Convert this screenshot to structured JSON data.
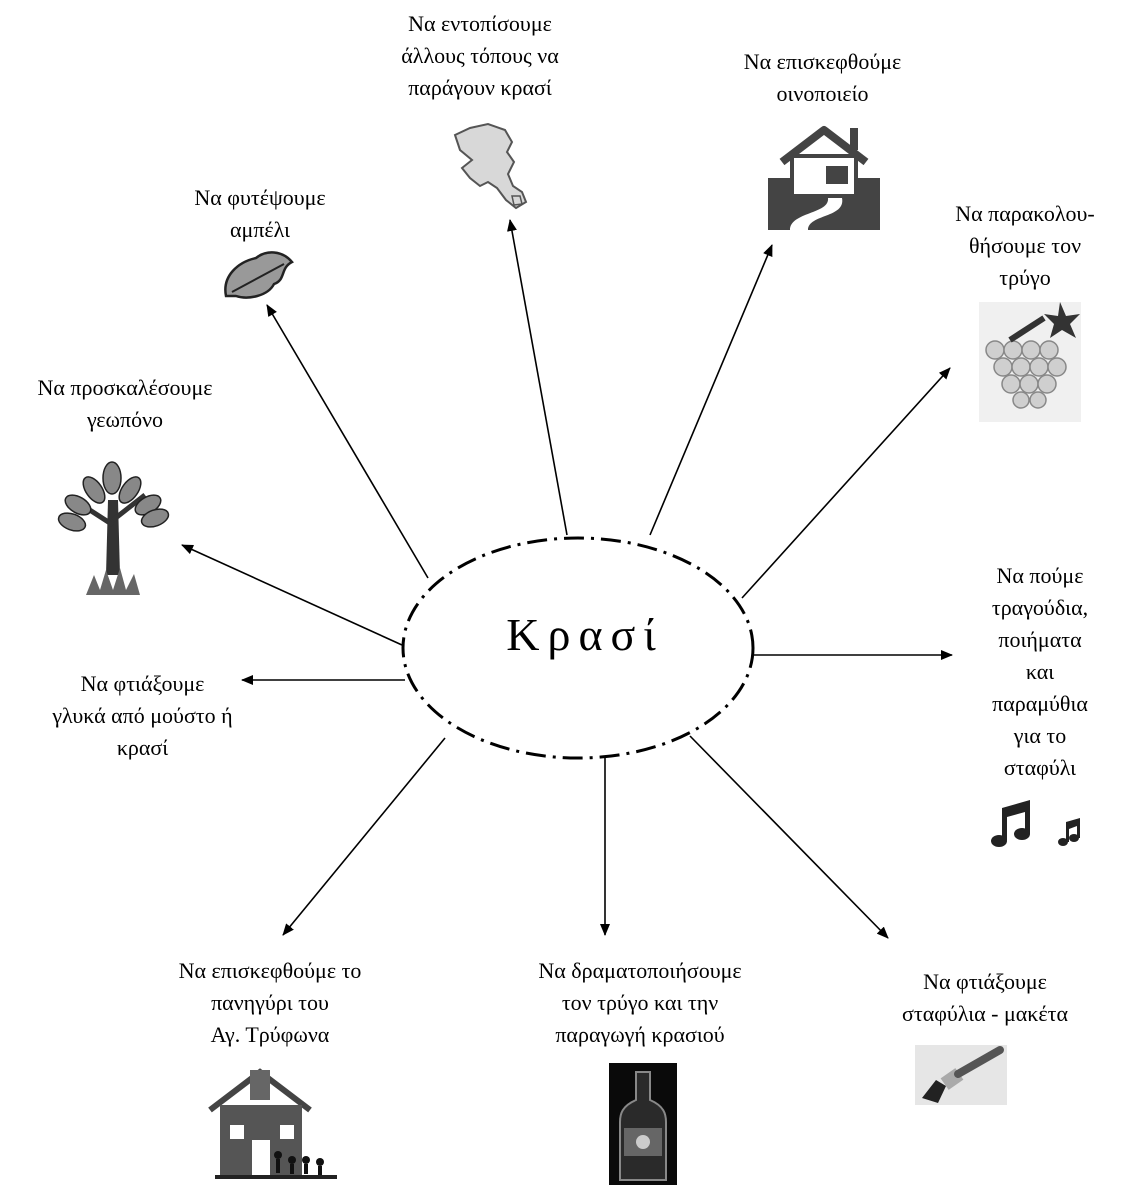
{
  "center": {
    "label": "Κρασί"
  },
  "activities": [
    {
      "id": "map",
      "label": "Να εντοπίσουμε\nάλλους τόπους να\nπαράγουν κρασί",
      "icon": "greece-map-icon"
    },
    {
      "id": "winery",
      "label": "Να επισκεφθούμε\nοινοποιείο",
      "icon": "house-icon"
    },
    {
      "id": "harvest",
      "label": "Να παρακολου-\nθήσουμε τον\nτρύγο",
      "icon": "grapes-icon"
    },
    {
      "id": "songs",
      "label": "Να πούμε\nτραγούδια,\nποιήματα\nκαι\nπαραμύθια\nγια το\nσταφύλι",
      "icon": "music-notes-icon"
    },
    {
      "id": "model",
      "label": "Να φτιάξουμε\nσταφύλια - μακέτα",
      "icon": "paintbrush-icon"
    },
    {
      "id": "drama",
      "label": "Να δραματοποιήσουμε\nτον τρύγο και την\nπαραγωγή κρασιού",
      "icon": "wine-bottle-icon"
    },
    {
      "id": "festival",
      "label": "Να επισκεφθούμε το\nπανηγύρι του\nΑγ. Τρύφωνα",
      "icon": "church-icon"
    },
    {
      "id": "sweets",
      "label": "Να φτιάξουμε\nγλυκά από μούστο ή\nκρασί",
      "icon": ""
    },
    {
      "id": "agro",
      "label": "Να προσκαλέσουμε\nγεωπόνο",
      "icon": "tree-icon"
    },
    {
      "id": "plant",
      "label": "Να φυτέψουμε\nαμπέλι",
      "icon": "vine-leaf-icon"
    }
  ]
}
